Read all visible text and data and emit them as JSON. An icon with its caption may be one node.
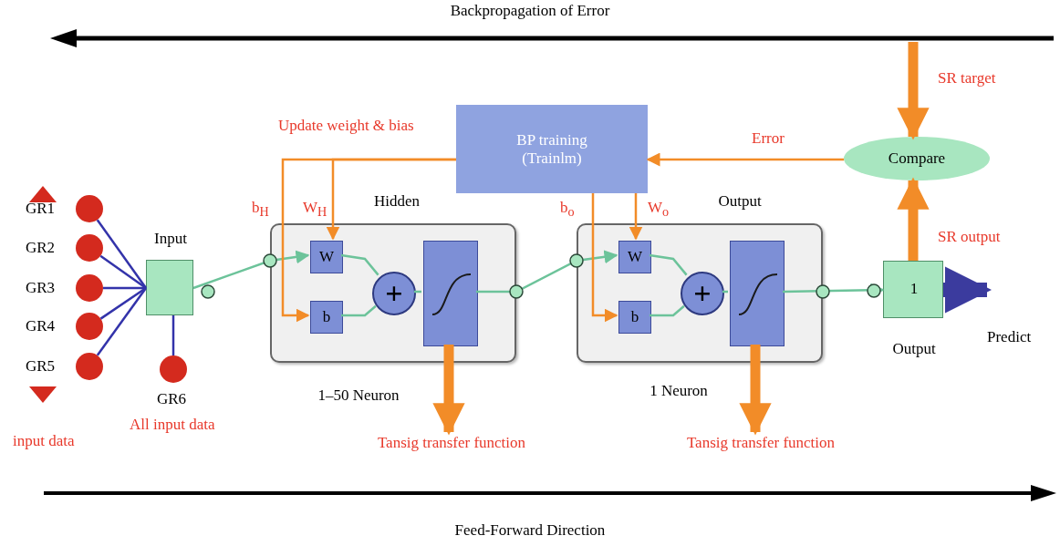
{
  "diagram": {
    "nodes": [
      {
        "text": [
          "GR1"
        ]
      },
      {
        "text": [
          "GR2"
        ]
      },
      {
        "text": [
          "GR3"
        ]
      },
      {
        "text": [
          "GR4"
        ]
      },
      {
        "text": [
          "GR5"
        ]
      },
      {
        "text": [
          "GR6"
        ]
      },
      {
        "text": [
          "Input"
        ]
      },
      {
        "text": [
          "Hidden",
          "1–50 Neuron"
        ]
      },
      {
        "text": [
          "W"
        ],
        "in": 7
      },
      {
        "text": [
          "b"
        ],
        "in": 7
      },
      {
        "text": [
          "+"
        ],
        "in": 7
      },
      {
        "text": [],
        "shape": "picture",
        "in": 7
      },
      {
        "text": [
          "Output",
          "1 Neuron"
        ]
      },
      {
        "text": [
          "W"
        ],
        "in": 12
      },
      {
        "text": [
          "b"
        ],
        "in": 12
      },
      {
        "text": [
          "+"
        ],
        "in": 12
      },
      {
        "text": [],
        "shape": "picture",
        "in": 12
      },
      {
        "text": [
          "1",
          "Output"
        ]
      },
      {
        "text": [
          "BP training (Trainlm)"
        ]
      },
      {
        "text": [
          "Compare"
        ]
      },
      {
        "text": [
          "Predict"
        ]
      },
      {
        "text": [
          "Tansig transfer function"
        ]
      },
      {
        "text": [
          "Tansig transfer function"
        ]
      }
    ],
    "edges": [
      {
        "from": 0,
        "to": 6,
        "arrow": "none",
        "color": "#3333aa"
      },
      {
        "from": 1,
        "to": 6,
        "arrow": "none",
        "color": "#3333aa"
      },
      {
        "from": 2,
        "to": 6,
        "arrow": "none",
        "color": "#3333aa"
      },
      {
        "from": 3,
        "to": 6,
        "arrow": "none",
        "color": "#3333aa"
      },
      {
        "from": 4,
        "to": 6,
        "arrow": "none",
        "color": "#3333aa"
      },
      {
        "from": 5,
        "to": 6,
        "arrow": "none",
        "color": "#3333aa"
      },
      {
        "from": 6,
        "to": 8,
        "arrow": "to",
        "color": "#6cc39a"
      },
      {
        "from": 8,
        "to": 10,
        "arrow": "none",
        "color": "#6cc39a"
      },
      {
        "from": 9,
        "to": 10,
        "arrow": "none",
        "color": "#6cc39a"
      },
      {
        "from": 10,
        "to": 11,
        "arrow": "none",
        "color": "#6cc39a"
      },
      {
        "from": 11,
        "to": 13,
        "arrow": "to",
        "color": "#6cc39a"
      },
      {
        "from": 13,
        "to": 15,
        "arrow": "none",
        "color": "#6cc39a"
      },
      {
        "from": 14,
        "to": 15,
        "arrow": "none",
        "color": "#6cc39a"
      },
      {
        "from": 15,
        "to": 16,
        "arrow": "none",
        "color": "#6cc39a"
      },
      {
        "from": 16,
        "to": 17,
        "arrow": "to",
        "color": "#6cc39a"
      },
      {
        "from": 18,
        "to": 8,
        "arrow": "to",
        "label": "W$_{H}$",
        "color": "#f28c28"
      },
      {
        "from": 18,
        "to": 9,
        "arrow": "to",
        "label": "b$_{H}$",
        "color": "#f28c28"
      },
      {
        "from": 18,
        "to": 13,
        "arrow": "to",
        "label": "W$_{o}$",
        "color": "#f28c28"
      },
      {
        "from": 18,
        "to": 14,
        "arrow": "to",
        "label": "b$_{o}$",
        "color": "#f28c28"
      },
      {
        "from": 19,
        "to": 18,
        "arrow": "to",
        "label": "Error",
        "color": "#f28c28"
      },
      {
        "from": 17,
        "to": 19,
        "arrow": "to",
        "label": "SR output",
        "style": "thick",
        "color": "#f28c28"
      },
      {
        "from": null,
        "to": 19,
        "arrow": "to",
        "label": "SR target",
        "style": "thick",
        "color": "#f28c28"
      },
      {
        "from": 17,
        "to": 20,
        "arrow": "to",
        "style": "thick",
        "color": "#3b3b9e"
      },
      {
        "from": 11,
        "to": 21,
        "arrow": "to",
        "style": "thick",
        "color": "#f28c28"
      },
      {
        "from": 16,
        "to": 22,
        "arrow": "to",
        "style": "thick",
        "color": "#f28c28"
      }
    ],
    "labels": [
      "Backpropagation of Error",
      "Update weight & bias",
      "input data",
      "All input data",
      "Feed-Forward Direction"
    ]
  }
}
